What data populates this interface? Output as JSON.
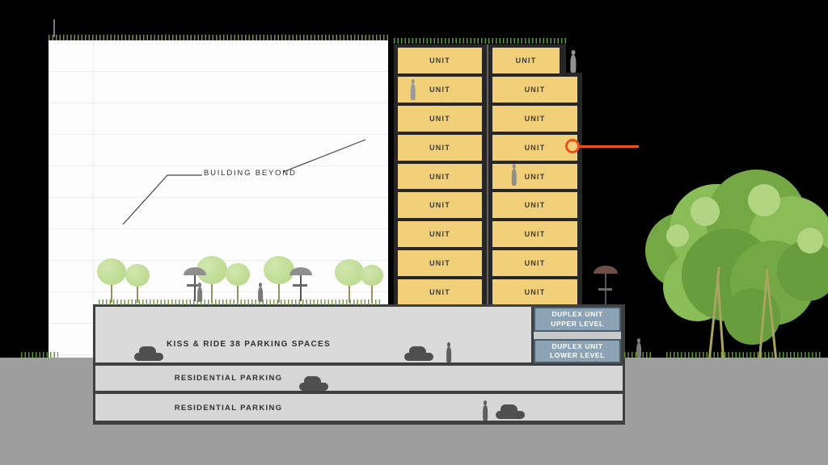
{
  "diagram": {
    "type": "architectural-section",
    "building_beyond_label": "BUILDING BEYOND"
  },
  "tower": {
    "floors": [
      {
        "left": "UNIT",
        "right": "UNIT"
      },
      {
        "left": "UNIT",
        "right": "UNIT"
      },
      {
        "left": "UNIT",
        "right": "UNIT"
      },
      {
        "left": "UNIT",
        "right": "UNIT"
      },
      {
        "left": "UNIT",
        "right": "UNIT"
      },
      {
        "left": "UNIT",
        "right": "UNIT"
      },
      {
        "left": "UNIT",
        "right": "UNIT"
      },
      {
        "left": "UNIT",
        "right": "UNIT"
      },
      {
        "left": "UNIT",
        "right": "UNIT"
      }
    ]
  },
  "duplex": {
    "upper": {
      "line1": "DUPLEX UNIT",
      "line2": "UPPER LEVEL"
    },
    "lower": {
      "line1": "DUPLEX UNIT",
      "line2": "LOWER LEVEL"
    }
  },
  "parking": {
    "levels": [
      {
        "label": "KISS & RIDE 38 PARKING SPACES"
      },
      {
        "label": "RESIDENTIAL PARKING"
      },
      {
        "label": "RESIDENTIAL PARKING"
      }
    ]
  },
  "icons": {
    "tree": "css-circle-canopy",
    "person": "css-silhouette",
    "car": "css-silhouette",
    "umbrella": "css-half-ellipse",
    "grass": "css-blade-pattern",
    "callout": "orange-ring-with-line"
  },
  "colors": {
    "background": "#000000",
    "unit_fill": "#f2cf79",
    "frame": "#262626",
    "white_building": "#fdfdfd",
    "duplex_fill": "#8ba3b4",
    "duplex_border": "#4b5b68",
    "parking_fill": "#d9d9d9",
    "parking_frame": "#3f3f3f",
    "ground": "#9e9e9e",
    "callout_orange": "#e8511c",
    "tree_light": "#b4d586",
    "tree_dark": "#74a845",
    "grass_green": "#5f9434",
    "grass_olive": "#7d8d4c"
  }
}
